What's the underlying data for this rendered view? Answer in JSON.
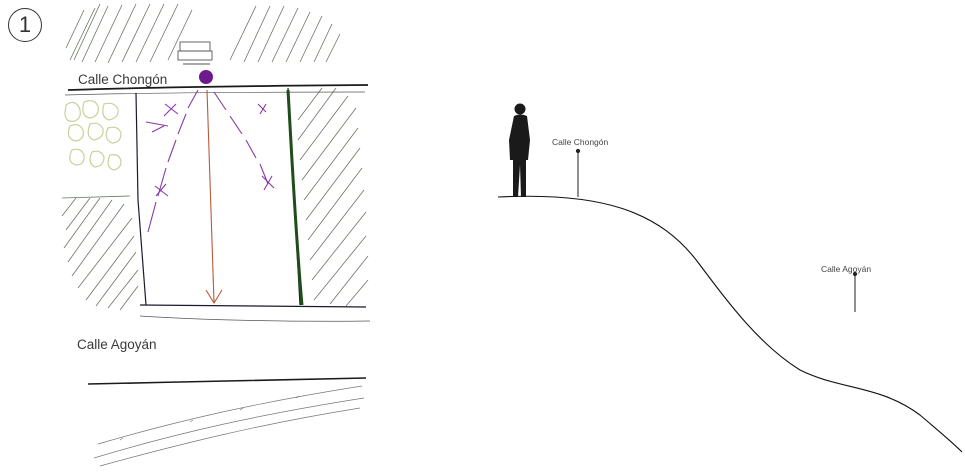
{
  "step": {
    "number": "1"
  },
  "plan_sketch": {
    "street_top_label": "Calle Chongón",
    "street_bottom_label": "Calle Agoyán"
  },
  "section_profile": {
    "upper_street_label": "Calle Chongón",
    "lower_street_label": "Calle Agoyán",
    "figure": "person-silhouette-icon"
  },
  "colors": {
    "ink": "#1a1a1a",
    "hatch": "#5a6b50",
    "camera": "#6f1a8a",
    "sightline": "#b85a3a",
    "view_marks": "#8a3aa6",
    "shrub": "#cfd9a0"
  }
}
